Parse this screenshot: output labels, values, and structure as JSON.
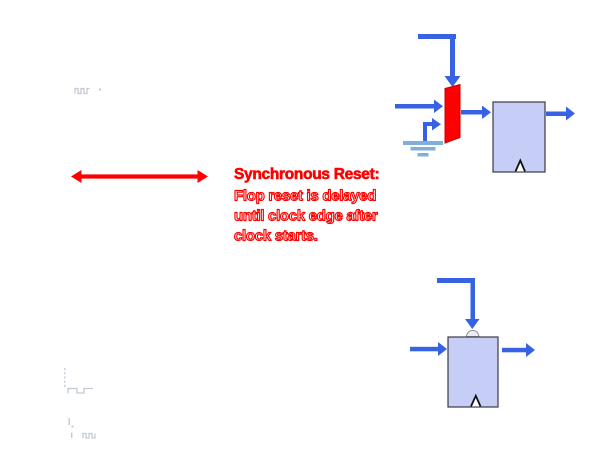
{
  "annotation": {
    "title": "Synchronous Reset:",
    "body_lines": [
      "Flop reset is delayed",
      "until clock edge after",
      "clock starts."
    ]
  },
  "colors": {
    "red": "#ff0000",
    "red_dark": "#c80000",
    "blue": "#3662e3",
    "blue_light": "#7fb0dd",
    "flop_fill": "#c6cdf7",
    "flop_border": "#3a3a44",
    "faint": "#c3c9d4"
  }
}
